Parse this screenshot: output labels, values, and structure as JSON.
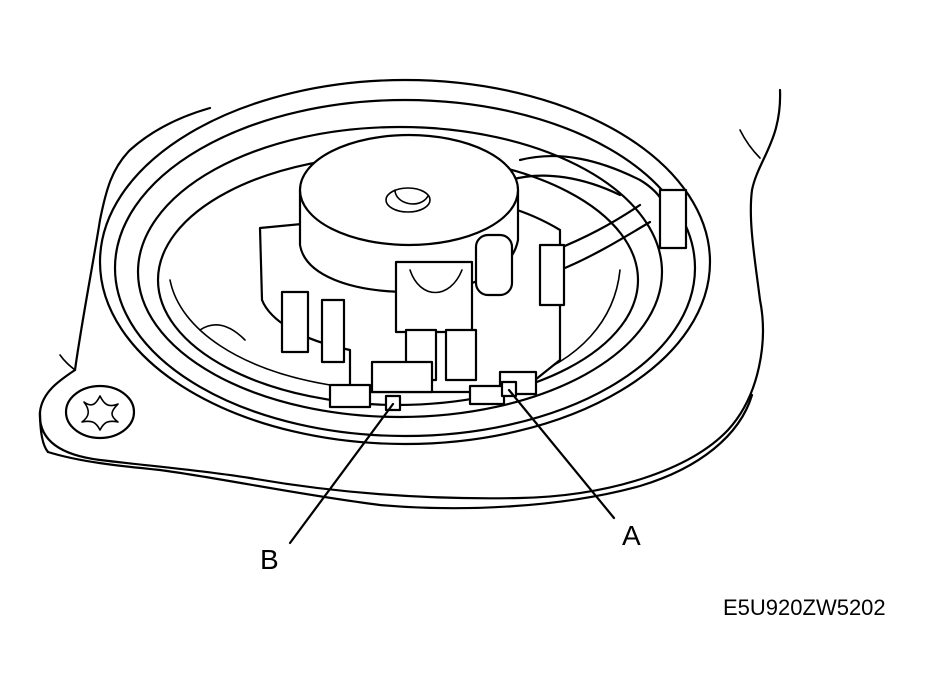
{
  "figure": {
    "callouts": [
      {
        "id": "A",
        "text": "A"
      },
      {
        "id": "B",
        "text": "B"
      }
    ],
    "figure_code": "E5U920ZW5202",
    "line_color": "#000000",
    "background": "#ffffff"
  }
}
